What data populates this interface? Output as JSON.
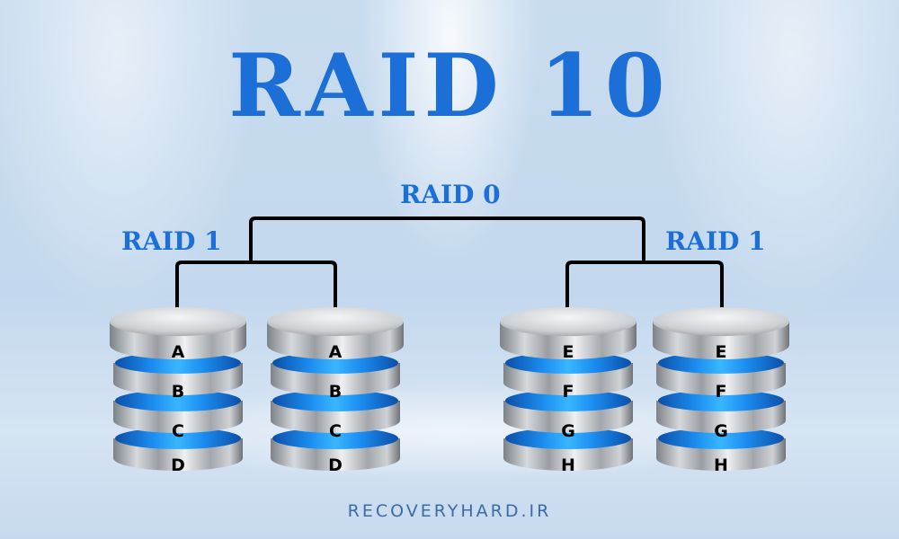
{
  "title": "RAID 10",
  "labels": {
    "raid0": "RAID 0",
    "raid1_left": "RAID 1",
    "raid1_right": "RAID 1"
  },
  "mirror_groups": [
    {
      "name": "RAID 1",
      "disks": [
        {
          "platters": [
            "A",
            "B",
            "C",
            "D"
          ]
        },
        {
          "platters": [
            "A",
            "B",
            "C",
            "D"
          ]
        }
      ]
    },
    {
      "name": "RAID 1",
      "disks": [
        {
          "platters": [
            "E",
            "F",
            "G",
            "H"
          ]
        },
        {
          "platters": [
            "E",
            "F",
            "G",
            "H"
          ]
        }
      ]
    }
  ],
  "disk_letters": {
    "d1": [
      "A",
      "B",
      "C",
      "D"
    ],
    "d2": [
      "A",
      "B",
      "C",
      "D"
    ],
    "d3": [
      "E",
      "F",
      "G",
      "H"
    ],
    "d4": [
      "E",
      "F",
      "G",
      "H"
    ]
  },
  "footer": "RECOVERYHARD.IR",
  "colors": {
    "accent": "#1c6fd6",
    "ring": "#1e8ef0",
    "line": "#000000"
  }
}
